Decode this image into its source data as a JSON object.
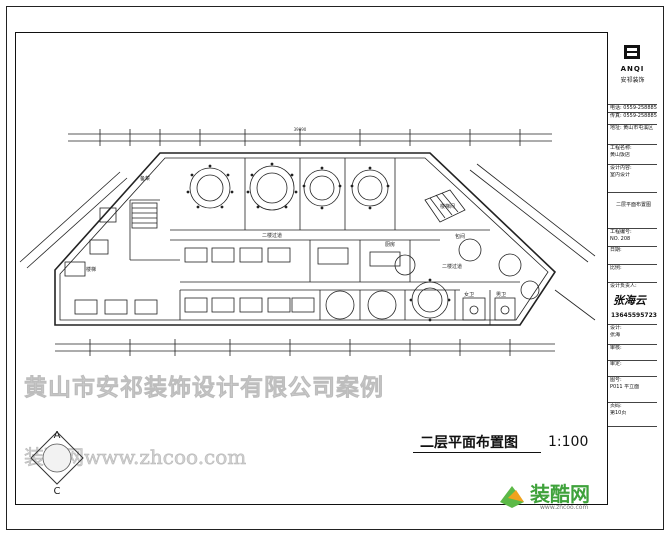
{
  "drawing": {
    "title": "二层平面布置图",
    "scale": "1:100",
    "dimension_total": "39090",
    "compass_letters": [
      "A",
      "C"
    ],
    "room_labels": {
      "corridor_a": "二楼过道",
      "corridor_b": "二楼过道",
      "stairs": "楼梯",
      "service": "备菜",
      "toilet": "女卫",
      "toilet2": "男卫",
      "kitchen": "厨房",
      "vip": "包间",
      "stair_right": "楼梯间"
    }
  },
  "watermark": {
    "line1": "黄山市安祁装饰设计有限公司案例",
    "line2": "装酷网www.zhcoo.com"
  },
  "title_block": {
    "logo_en": "ANQI",
    "logo_cn": "安祁装饰",
    "phone_row_1": "电话: 0559-2588855",
    "phone_row_2": "传真: 0559-2588855",
    "address": "地址: 黄山市屯溪区",
    "project_label": "工程名称:",
    "project_value": "黄山饭店",
    "design_label": "设计内容:",
    "design_value": "室内设计",
    "drawing_name": "二层平面布置图",
    "number_label": "工程编号:",
    "number_value": "NO. 208",
    "date_label": "日期:",
    "scale_label": "比例:",
    "designer_label": "设计负责人:",
    "designer_signature": "张海云",
    "designer_phone": "13645595723",
    "draw_label": "设计:",
    "draw_value": "张海",
    "check_label": "审核:",
    "approve_label": "审定:",
    "sheet_label": "图号:",
    "sheet_value": "P011 平立面",
    "page_label": "页码:",
    "page_value": "第10页"
  },
  "brand": {
    "name": "装酷网",
    "url": "www.zhcoo.com"
  }
}
